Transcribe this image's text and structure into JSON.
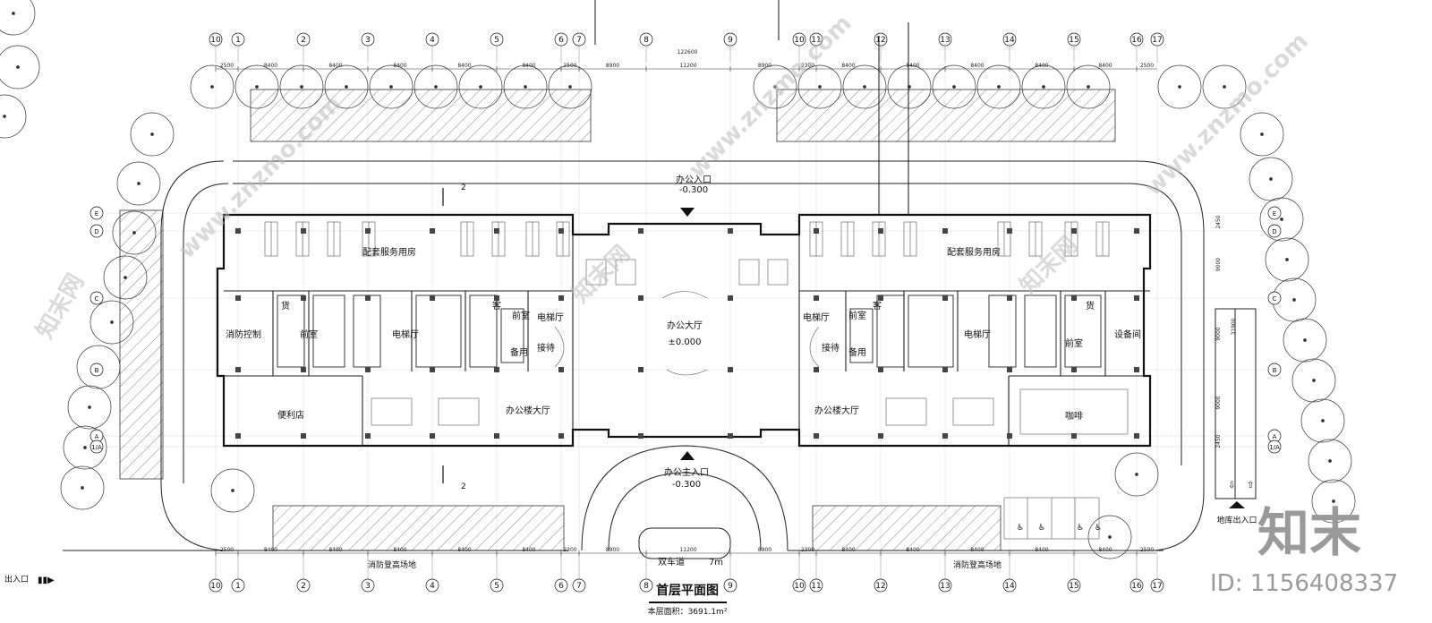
{
  "plan_title": "首层平面图",
  "floor_area": "本层面积：3691.1m²",
  "entrances": {
    "office_entrance": "办公入口",
    "office_entrance_level": "-0.300",
    "main_entrance": "办公主入口",
    "main_entrance_level": "-0.300",
    "garage_exit": "地库出入口",
    "site_entrance": "出入口"
  },
  "road": {
    "label": "双车道",
    "width": "7m"
  },
  "fire_area_labels": [
    "消防登高场地",
    "消防登高场地"
  ],
  "section_marks": [
    "2",
    "2"
  ],
  "rooms": {
    "service_left": "配套服务用房",
    "service_right": "配套服务用房",
    "fire_control": "消防控制",
    "front_room_1": "前室",
    "front_room_2": "前室",
    "front_room_3": "前室",
    "front_room_4": "前室",
    "elevator_hall_1": "电梯厅",
    "elevator_hall_2": "电梯厅",
    "elevator_hall_3": "电梯厅",
    "elevator_hall_4": "电梯厅",
    "freight_1": "货",
    "freight_2": "货",
    "guest_1": "客",
    "guest_2": "客",
    "reception_1": "接待",
    "reception_2": "接待",
    "spare_1": "备用",
    "spare_2": "备用",
    "office_lobby": "办公大厅",
    "office_lobby_level": "±0.000",
    "building_lobby_left": "办公楼大厅",
    "building_lobby_right": "办公楼大厅",
    "convenience_store": "便利店",
    "cafe": "咖啡",
    "equipment_room": "设备间"
  },
  "axes_numeric": [
    "10",
    "1",
    "2",
    "3",
    "4",
    "5",
    "6",
    "7",
    "8",
    "9",
    "10",
    "11",
    "12",
    "13",
    "14",
    "15",
    "16",
    "17"
  ],
  "axes_letter": [
    "E",
    "D",
    "C",
    "B",
    "A",
    "1/A"
  ],
  "dimensions_top": [
    "2500",
    "8400",
    "8400",
    "8400",
    "8400",
    "8400",
    "2500",
    "8900",
    "11200",
    "8900",
    "2300",
    "8400",
    "8400",
    "8400",
    "8400",
    "8400",
    "2500"
  ],
  "dimensions_bottom": [
    "2500",
    "8400",
    "8400",
    "8400",
    "8400",
    "8400",
    "2300",
    "8900",
    "11200",
    "8900",
    "2300",
    "8400",
    "8400",
    "8400",
    "8400",
    "8400",
    "2500"
  ],
  "total_dimension": "122600",
  "dimensions_vertical": [
    "2450",
    "9000",
    "9000",
    "9000",
    "2450"
  ],
  "total_vertical": "31900",
  "watermark_text": "www.znzmo.com",
  "watermark_cn": "知末网",
  "brand": {
    "name": "知末",
    "id": "ID: 1156408337"
  },
  "colors": {
    "line": "#1a1a1a",
    "light": "#8c8c8c",
    "watermark": "#bdbdbd"
  }
}
